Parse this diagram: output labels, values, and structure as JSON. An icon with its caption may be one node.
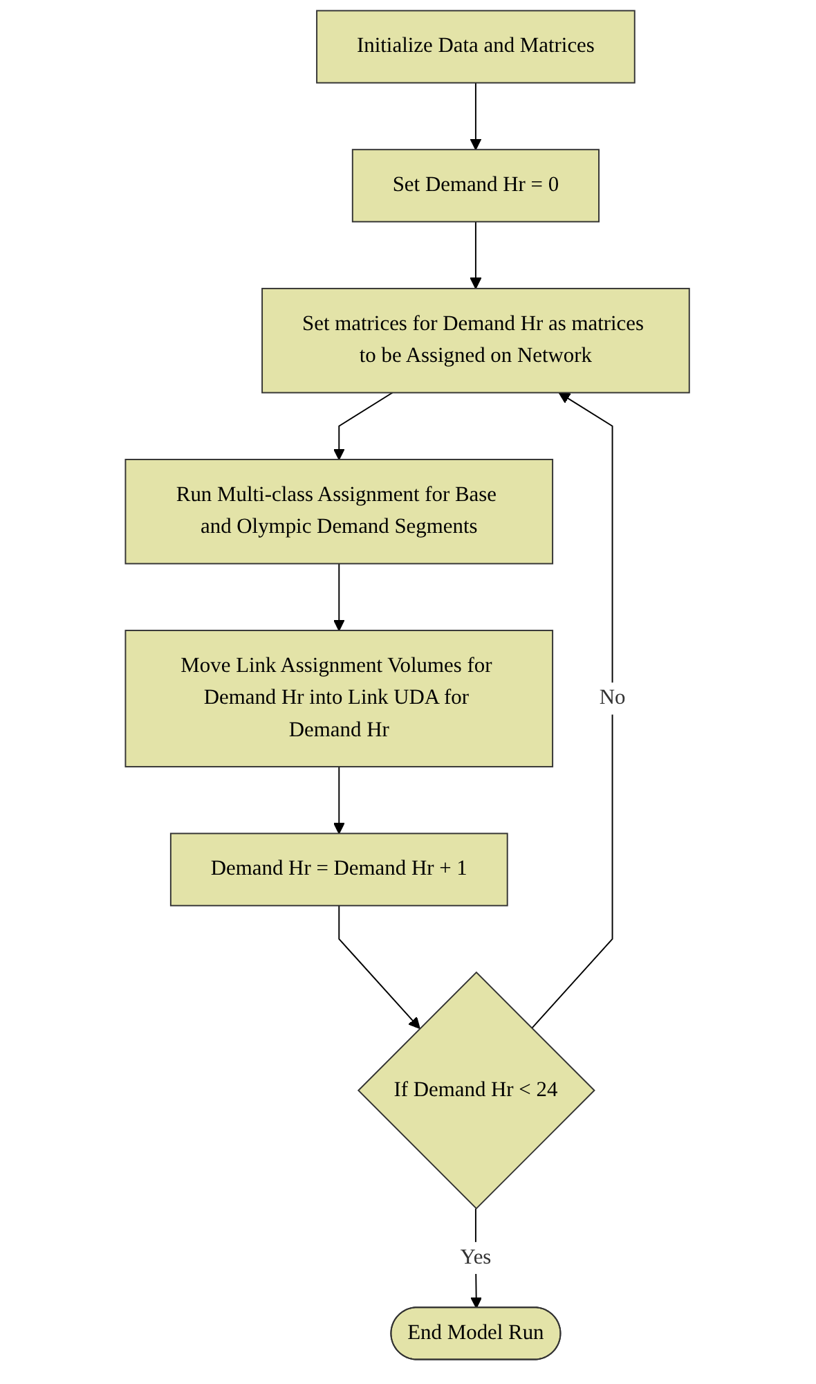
{
  "diagram": {
    "nodes": [
      {
        "text": [
          "Initialize Data and Matrices"
        ]
      },
      {
        "text": [
          "Set Demand Hr = 0"
        ]
      },
      {
        "text": [
          "Set matrices for Demand Hr as matrices to be Assigned on Network"
        ]
      },
      {
        "text": [
          "Run Multi-class Assignment for Base and Olympic Demand Segments"
        ]
      },
      {
        "text": [
          "Move Link Assignment Volumes for Demand Hr into Link UDA for Demand Hr"
        ]
      },
      {
        "text": [
          "Demand Hr = Demand Hr + 1"
        ]
      },
      {
        "text": [
          "If Demand Hr < 24"
        ]
      },
      {
        "text": [
          "End Model Run"
        ]
      }
    ],
    "edges": [
      {
        "from": 0,
        "to": 1,
        "arrow": "to"
      },
      {
        "from": 1,
        "to": 2,
        "arrow": "to"
      },
      {
        "from": 2,
        "to": 3,
        "arrow": "to"
      },
      {
        "from": 3,
        "to": 4,
        "arrow": "to"
      },
      {
        "from": 4,
        "to": 5,
        "arrow": "to"
      },
      {
        "from": 5,
        "to": 6,
        "arrow": "to"
      },
      {
        "from": 6,
        "to": 2,
        "label": "No",
        "arrow": "to"
      },
      {
        "from": 6,
        "to": 7,
        "label": "Yes",
        "arrow": "to"
      }
    ]
  }
}
